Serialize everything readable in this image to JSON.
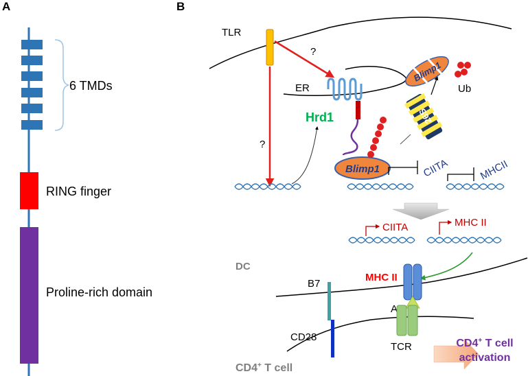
{
  "panel_a": {
    "letter": "A",
    "tmds_label": "6 TMDs",
    "ring_label": "RING finger",
    "proline_label": "Proline-rich domain",
    "colors": {
      "backbone": "#2e75b6",
      "tmd": "#2e75b6",
      "ring": "#ff0000",
      "proline": "#7030a0"
    }
  },
  "panel_b": {
    "letter": "B",
    "tlr": "TLR",
    "q1": "?",
    "q2": "?",
    "er": "ER",
    "hrd1": "Hrd1",
    "blimp1_cyto": "Blimp1",
    "blimp1_degraded": "Blimp1",
    "proteasome": "26S",
    "ub": "Ub",
    "ciita_gene": "CIITA",
    "mhcii_gene": "MHCII",
    "ciita_expr": "CIITA",
    "mhcii_expr": "MHC II",
    "dc": "DC",
    "mhc_ii_protein": "MHC II",
    "b7": "B7",
    "ag": "Ag",
    "cd28": "CD28",
    "tcr": "TCR",
    "tcell": "CD4+ T cell",
    "activation_line1": "CD4+ T cell",
    "activation_line2": "activation",
    "colors": {
      "red_arrow": "#e0201c",
      "hrd1_green": "#00b050",
      "blimp1_orange": "#f0853c",
      "blimp1_text": "#1f3c8c",
      "ubiquitin": "#e02020",
      "dna_blue": "#2e75b6",
      "expr_red": "#c00000",
      "mhc_blue": "#5b8ed8",
      "tcr_green": "#9bcb7d",
      "cd28_blue": "#1030c0",
      "b7_teal": "#40a0a8",
      "gray": "#7f7f7f",
      "activation_purple": "#7030a0",
      "arrow_peach": "#f8c8a8"
    }
  }
}
